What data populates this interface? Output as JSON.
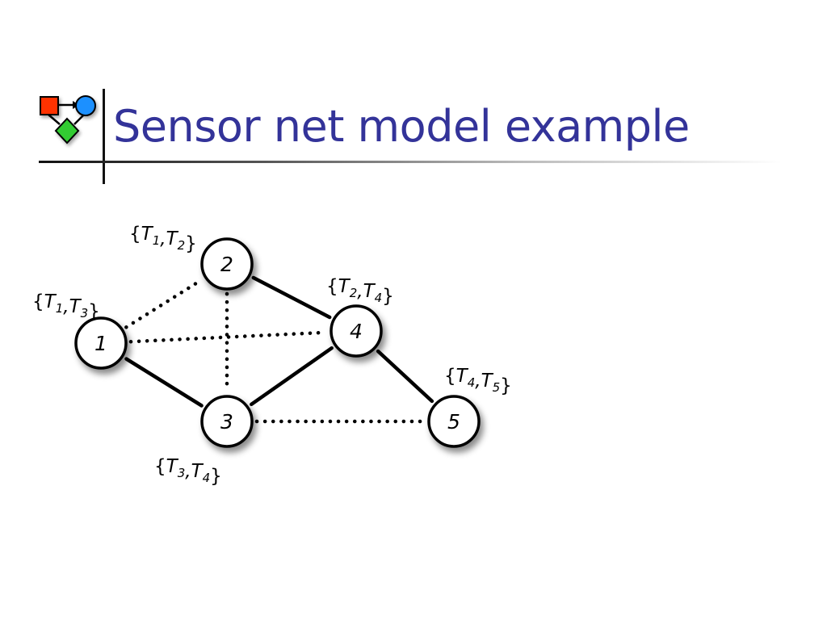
{
  "slide": {
    "title": "Sensor net model example"
  },
  "logo": {
    "icon": "flowchart-logo-icon",
    "colors": {
      "square": "#ff3300",
      "circle": "#1e90ff",
      "diamond": "#33cc33"
    }
  },
  "graph": {
    "nodes": [
      {
        "id": "1",
        "label": "1",
        "targets": [
          {
            "name": "T",
            "sub": "1"
          },
          {
            "name": "T",
            "sub": "3"
          }
        ]
      },
      {
        "id": "2",
        "label": "2",
        "targets": [
          {
            "name": "T",
            "sub": "1"
          },
          {
            "name": "T",
            "sub": "2"
          }
        ]
      },
      {
        "id": "3",
        "label": "3",
        "targets": [
          {
            "name": "T",
            "sub": "3"
          },
          {
            "name": "T",
            "sub": "4"
          }
        ]
      },
      {
        "id": "4",
        "label": "4",
        "targets": [
          {
            "name": "T",
            "sub": "2"
          },
          {
            "name": "T",
            "sub": "4"
          }
        ]
      },
      {
        "id": "5",
        "label": "5",
        "targets": [
          {
            "name": "T",
            "sub": "4"
          },
          {
            "name": "T",
            "sub": "5"
          }
        ]
      }
    ],
    "edges": [
      {
        "from": "1",
        "to": "3",
        "style": "solid"
      },
      {
        "from": "2",
        "to": "4",
        "style": "solid"
      },
      {
        "from": "3",
        "to": "4",
        "style": "solid"
      },
      {
        "from": "4",
        "to": "5",
        "style": "solid"
      },
      {
        "from": "1",
        "to": "2",
        "style": "dotted"
      },
      {
        "from": "1",
        "to": "4",
        "style": "dotted"
      },
      {
        "from": "2",
        "to": "3",
        "style": "dotted"
      },
      {
        "from": "3",
        "to": "5",
        "style": "dotted"
      }
    ]
  }
}
